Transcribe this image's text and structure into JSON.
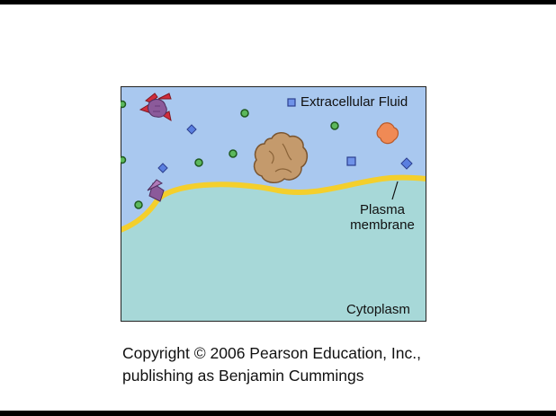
{
  "diagram": {
    "labels": {
      "extracellular": "Extracellular Fluid",
      "membrane": "Plasma membrane",
      "cytoplasm": "Cytoplasm"
    },
    "colors": {
      "extracellular": "#a9c8ef",
      "cytoplasm": "#a7d8d8",
      "membrane": "#f4cf2c",
      "small_molecule": "#5cb85c",
      "blue_square": "#4b6ed8",
      "blue_diamond": "#5a7fe0",
      "large_molecule": "#c49a6c",
      "red_protein": "#d02d3c",
      "purple_protein": "#8b5a9a",
      "orange_protein": "#f08a55"
    }
  },
  "copyright": {
    "line1": "Copyright © 2006 Pearson Education, Inc.,",
    "line2": "publishing as Benjamin Cummings"
  }
}
